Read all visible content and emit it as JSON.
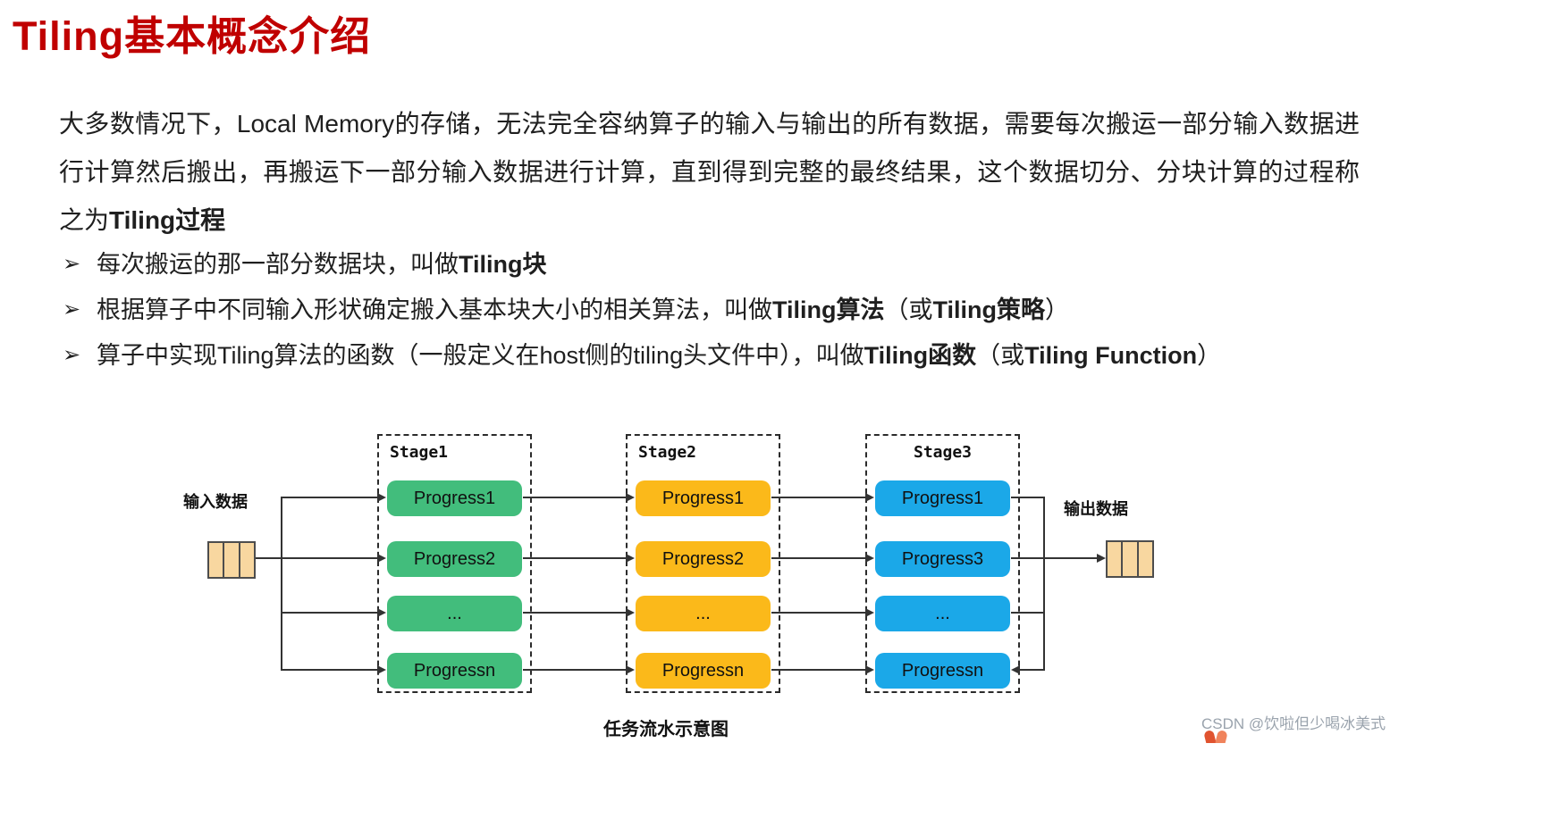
{
  "title": "Tiling基本概念介绍",
  "colors": {
    "title": "#c00000",
    "io_box_fill": "#f8d7a0",
    "watermark": "#9aa3ad",
    "logo_left": "#e0532f",
    "logo_right": "#f0835c"
  },
  "intro": {
    "text": "大多数情况下，Local Memory的存储，无法完全容纳算子的输入与输出的所有数据，需要每次搬运一部分输入数据进行计算然后搬出，再搬运下一部分输入数据进行计算，直到得到完整的最终结果，这个数据切分、分块计算的过程称之为",
    "bold": "Tiling过程"
  },
  "bullet_marker": "➢",
  "bullets": [
    {
      "seg1": "每次搬运的那一部分数据块，叫做",
      "seg2": "Tiling块",
      "seg3": "",
      "seg4": "",
      "seg5": ""
    },
    {
      "seg1": "根据算子中不同输入形状确定搬入基本块大小的相关算法，叫做",
      "seg2": "Tiling算法",
      "seg3": "（或",
      "seg4": "Tiling策略",
      "seg5": "）"
    },
    {
      "seg1": "算子中实现Tiling算法的函数（一般定义在host侧的tiling头文件中），叫做",
      "seg2": "Tiling函数",
      "seg3": "（或",
      "seg4": "Tiling Function",
      "seg5": "）"
    }
  ],
  "diagram": {
    "input_label": "输入数据",
    "output_label": "输出数据",
    "caption": "任务流水示意图",
    "stages": [
      {
        "label": "Stage1",
        "color": "#42bd7c",
        "rows": [
          "Progress1",
          "Progress2",
          "...",
          "Progressn"
        ]
      },
      {
        "label": "Stage2",
        "color": "#fbb91a",
        "rows": [
          "Progress1",
          "Progress2",
          "...",
          "Progressn"
        ]
      },
      {
        "label": "Stage3",
        "color": "#1ba8e8",
        "rows": [
          "Progress1",
          "Progress3",
          "...",
          "Progressn"
        ]
      }
    ]
  },
  "watermark": {
    "text": "CSDN @饮啦但少喝冰美式"
  }
}
